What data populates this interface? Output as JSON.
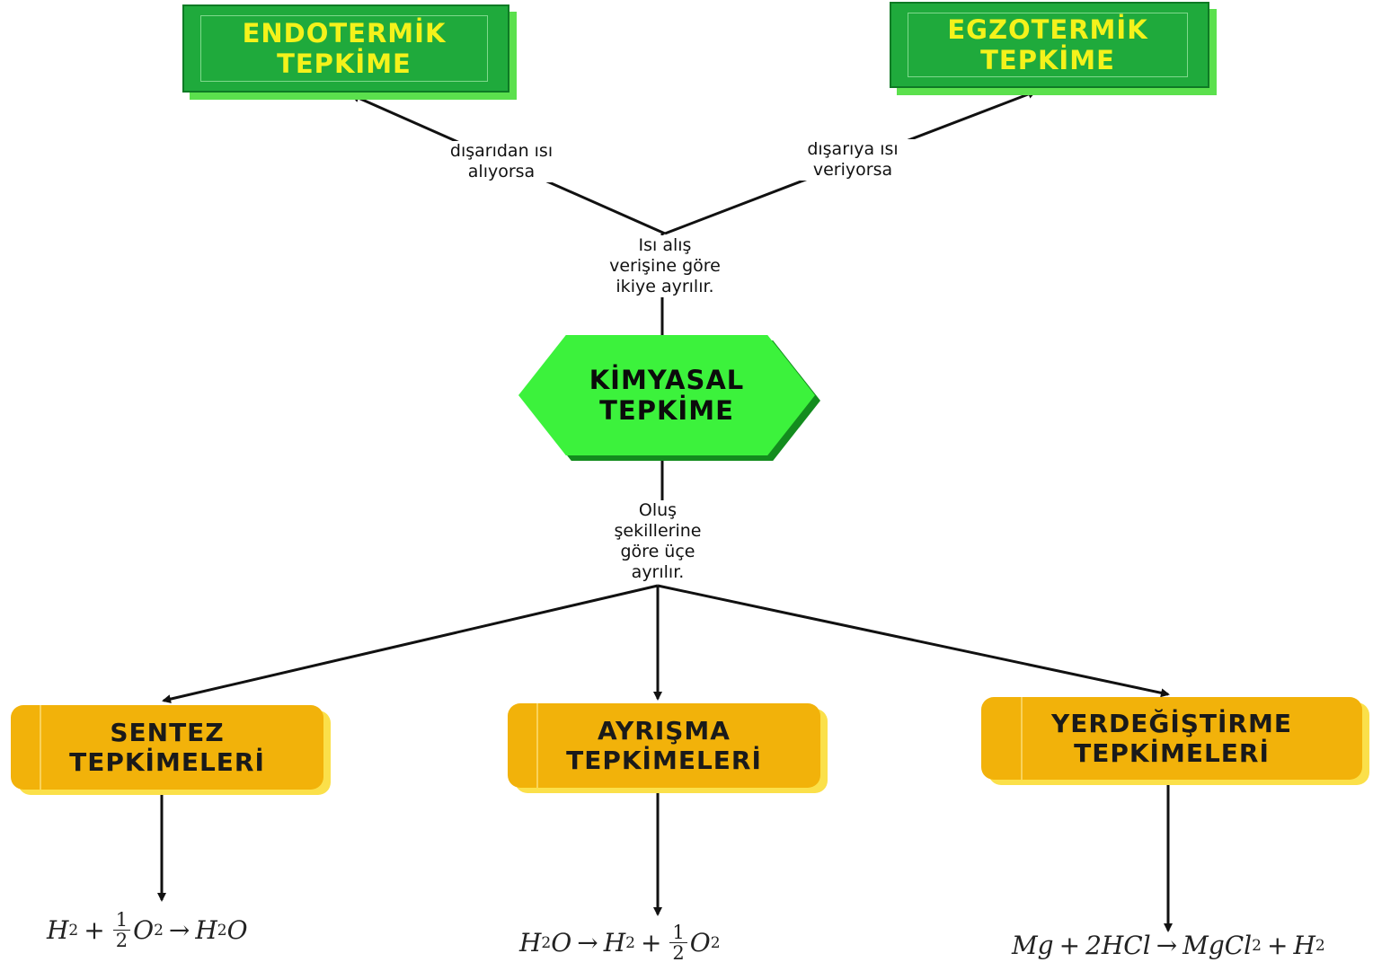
{
  "top_left_box": {
    "line1": "ENDOTERMİK",
    "line2": "TEPKİME"
  },
  "top_right_box": {
    "line1": "EGZOTERMİK",
    "line2": "TEPKİME"
  },
  "center": {
    "line1": "KİMYASAL",
    "line2": "TEPKİME"
  },
  "labels": {
    "left_branch": {
      "line1": "dışarıdan ısı",
      "line2": "alıyorsa"
    },
    "right_branch": {
      "line1": "dışarıya ısı",
      "line2": "veriyorsa"
    },
    "heat_split": {
      "line1": "Isı alış",
      "line2": "verişine göre",
      "line3": "ikiye ayrılır."
    },
    "formation_split": {
      "line1": "Oluş",
      "line2": "şekillerine",
      "line3": "göre üçe",
      "line4": "ayrılır."
    }
  },
  "bottom_boxes": [
    {
      "line1": "SENTEZ",
      "line2": "TEPKİMELERİ"
    },
    {
      "line1": "AYRIŞMA",
      "line2": "TEPKİMELERİ"
    },
    {
      "line1": "YERDEĞİŞTİRME",
      "line2": "TEPKİMELERİ"
    }
  ],
  "equations": {
    "synthesis": {
      "a": "H",
      "a_sub": "2",
      "plus": "+",
      "num": "1",
      "den": "2",
      "b": "O",
      "b_sub": "2",
      "arrow": "→",
      "c": "H",
      "c_sub": "2",
      "c_rest": "O"
    },
    "decomposition": {
      "a": "H",
      "a_sub": "2",
      "a_rest": "O",
      "arrow": "→",
      "b": "H",
      "b_sub": "2",
      "plus": "+",
      "num": "1",
      "den": "2",
      "c": "O",
      "c_sub": "2"
    },
    "displacement": {
      "a": "Mg",
      "plus1": "+",
      "b": "2HCl",
      "arrow": "→",
      "c": "MgCl",
      "c_sub": "2",
      "plus2": "+",
      "d": "H",
      "d_sub": "2"
    }
  },
  "colors": {
    "green_box": "#1faa3c",
    "green_text": "#f4f21b",
    "hexagon": "#3cf23c",
    "yellow_box": "#f2b20a"
  }
}
